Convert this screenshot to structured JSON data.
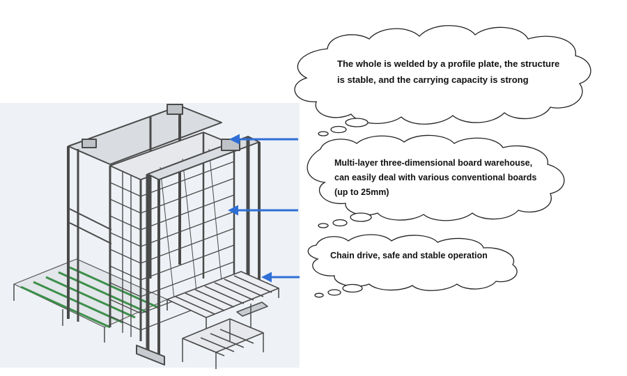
{
  "callouts": [
    {
      "lines": [
        "The whole is welded by a profile plate, the structure",
        "is stable, and the carrying capacity is strong"
      ]
    },
    {
      "lines": [
        "Multi-layer three-dimensional board warehouse,",
        "can easily deal with various conventional boards",
        "(up to 25mm)"
      ]
    },
    {
      "lines": [
        "Chain drive, safe and stable operation"
      ]
    }
  ],
  "colors": {
    "arrow": "#2f6fd6",
    "frame_stroke": "#4a4a4a",
    "frame_fill": "#d9dce0",
    "conveyor_green": "#3c8f4a",
    "cloud_stroke": "#222222",
    "backdrop": "#e8ecf2"
  }
}
